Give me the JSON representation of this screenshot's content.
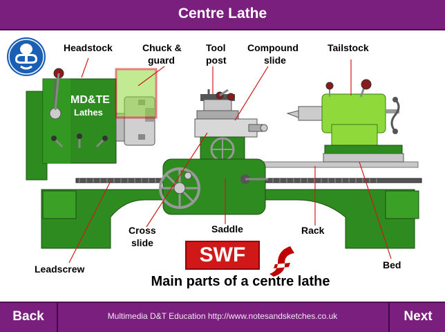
{
  "header": {
    "title": "Centre Lathe"
  },
  "machine": {
    "brand_line1": "MD&TE",
    "brand_line2": "Lathes"
  },
  "labels": {
    "headstock": "Headstock",
    "chuck_line1": "Chuck &",
    "chuck_line2": "guard",
    "tool_line1": "Tool",
    "tool_line2": "post",
    "compound_line1": "Compound",
    "compound_line2": "slide",
    "tailstock": "Tailstock",
    "cross_line1": "Cross",
    "cross_line2": "slide",
    "saddle": "Saddle",
    "rack": "Rack",
    "leadscrew": "Leadscrew",
    "bed": "Bed"
  },
  "badge": {
    "text": "SWF",
    "icon": "flash-icon"
  },
  "caption": "Main parts of a centre lathe",
  "safety_icon": "goggles-icon",
  "footer": {
    "back_label": "Back",
    "next_label": "Next",
    "credit": "Multimedia D&T Education  http://www.notesandsketches.co.uk"
  },
  "colors": {
    "bar": "#7a1f7d",
    "machine": "#2e8b1f",
    "highlight": "#8fd93a",
    "label_line": "#d01818"
  }
}
